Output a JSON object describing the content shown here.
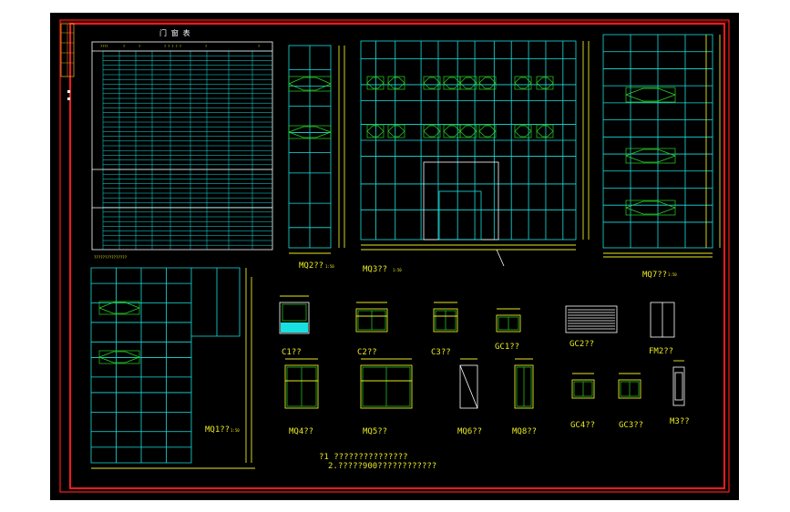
{
  "table": {
    "title": "门  窗  表",
    "header": [
      "????",
      "?",
      "?",
      "? ? ? ? ?",
      "?",
      "?"
    ]
  },
  "labels": {
    "mq1": "MQ1??",
    "mq2": "MQ2??",
    "mq3": "MQ3??",
    "mq4": "MQ4??",
    "mq5": "MQ5??",
    "mq6": "MQ6??",
    "mq7": "MQ7??",
    "mq8": "MQ8??",
    "m3": "M3??",
    "c1": "C1??",
    "c2": "C2??",
    "c3": "C3??",
    "gc1": "GC1??",
    "gc2": "GC2??",
    "gc3": "GC3??",
    "gc4": "GC4??",
    "fm2": "FM2??"
  },
  "scale": "1:50",
  "table_note": "???????????????",
  "notes": [
    "?1 ???????????????",
    "2.?????900????????????"
  ],
  "colors": {
    "cyan": "#19e0e0",
    "green": "#2ad42a",
    "yellow": "#e8e822",
    "red": "#ff1a1a",
    "white": "#ffffff",
    "background": "#000000"
  }
}
